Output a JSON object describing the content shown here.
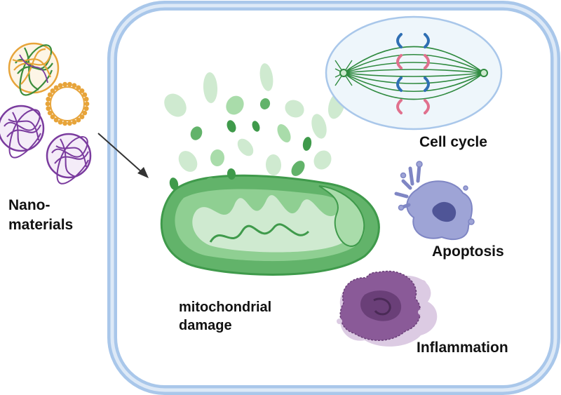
{
  "labels": {
    "nanomaterials_line1": "Nano-",
    "nanomaterials_line2": "materials",
    "mito_line1": "mitochondrial",
    "mito_line2": "damage",
    "cell_cycle": "Cell cycle",
    "apoptosis": "Apoptosis",
    "inflammation": "Inflammation"
  },
  "colors": {
    "cell_membrane_outer": "#a9c7ea",
    "cell_membrane_inner": "#dde9f7",
    "mito_dark": "#3f9a4b",
    "mito_mid": "#62b36a",
    "mito_light": "#a9dcaa",
    "mito_fragment": "#cfead0",
    "spindle_green": "#2f8a3f",
    "spindle_fill": "#eef6fb",
    "chromosome_blue": "#2f6fb3",
    "chromosome_pink": "#e0708d",
    "apoptosis_purple": "#7f86c4",
    "apoptosis_nucleus": "#4f5597",
    "inflammation_purple": "#8a5a98",
    "inflammation_light": "#dccbe3",
    "nano_orange": "#e7a43a",
    "nano_green": "#3c8d3c",
    "nano_purple": "#7a3b9e",
    "arrow": "#333333"
  }
}
